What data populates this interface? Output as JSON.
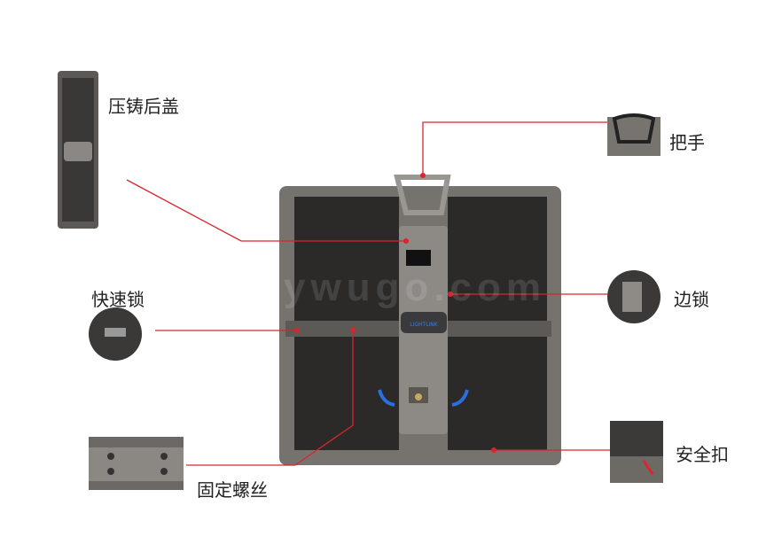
{
  "labels": {
    "back_cover": "压铸后盖",
    "handle": "把手",
    "quick_lock": "快速锁",
    "side_lock": "边锁",
    "fixing_screw": "固定螺丝",
    "safety_buckle": "安全扣"
  },
  "watermark": "ywugo.com",
  "colors": {
    "callout": "#d9252b",
    "frame": "#6e6c6a",
    "panel": "#2b2a29",
    "accent": "#1d5fd1"
  }
}
